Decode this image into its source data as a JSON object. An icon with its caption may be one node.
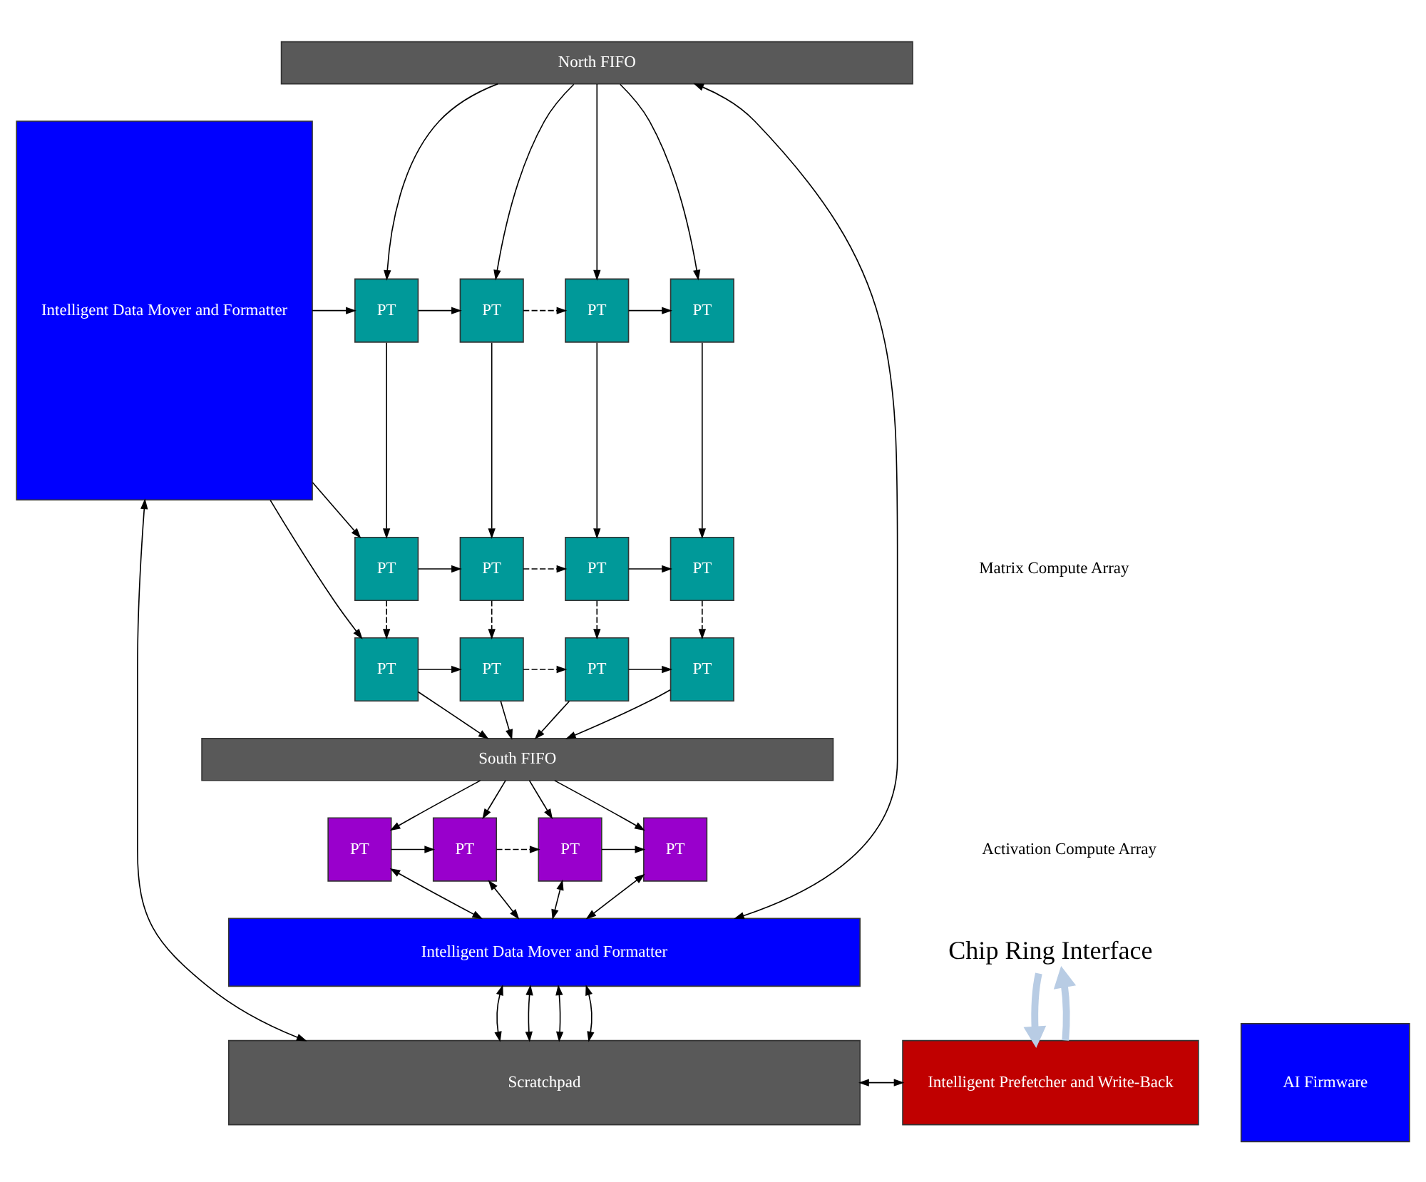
{
  "diagram": {
    "nodes": [
      {
        "text": [
          "North FIFO"
        ]
      },
      {
        "text": [
          "Intelligent Data Mover and Formatter"
        ]
      },
      {
        "text": [
          "PT"
        ]
      },
      {
        "text": [
          "PT"
        ]
      },
      {
        "text": [
          "PT"
        ]
      },
      {
        "text": [
          "PT"
        ]
      },
      {
        "text": [
          "PT"
        ]
      },
      {
        "text": [
          "PT"
        ]
      },
      {
        "text": [
          "PT"
        ]
      },
      {
        "text": [
          "PT"
        ]
      },
      {
        "text": [
          "PT"
        ]
      },
      {
        "text": [
          "PT"
        ]
      },
      {
        "text": [
          "PT"
        ]
      },
      {
        "text": [
          "PT"
        ]
      },
      {
        "text": [
          "South FIFO"
        ]
      },
      {
        "text": [
          "PT"
        ]
      },
      {
        "text": [
          "PT"
        ]
      },
      {
        "text": [
          "PT"
        ]
      },
      {
        "text": [
          "PT"
        ]
      },
      {
        "text": [
          "Intelligent Data Mover and Formatter"
        ]
      },
      {
        "text": [
          "Scratchpad"
        ]
      },
      {
        "text": [
          "AI Firmware"
        ]
      },
      {
        "text": [
          "Intelligent Prefetcher and Write-Back"
        ]
      },
      {
        "text": [
          "Chip Ring Interface"
        ]
      }
    ],
    "edges": [
      {
        "from": 0,
        "to": 2,
        "arrow": "to"
      },
      {
        "from": 0,
        "to": 3,
        "arrow": "to"
      },
      {
        "from": 0,
        "to": 4,
        "arrow": "to"
      },
      {
        "from": 0,
        "to": 5,
        "arrow": "to"
      },
      {
        "from": 1,
        "to": 2,
        "arrow": "to"
      },
      {
        "from": 1,
        "to": 6,
        "arrow": "to"
      },
      {
        "from": 1,
        "to": 10,
        "arrow": "to"
      },
      {
        "from": 2,
        "to": 3,
        "arrow": "to"
      },
      {
        "from": 3,
        "to": 4,
        "arrow": "to",
        "style": "dashed"
      },
      {
        "from": 4,
        "to": 5,
        "arrow": "to"
      },
      {
        "from": 2,
        "to": 6,
        "arrow": "to"
      },
      {
        "from": 3,
        "to": 7,
        "arrow": "to"
      },
      {
        "from": 4,
        "to": 8,
        "arrow": "to"
      },
      {
        "from": 5,
        "to": 9,
        "arrow": "to"
      },
      {
        "from": 6,
        "to": 7,
        "arrow": "to"
      },
      {
        "from": 7,
        "to": 8,
        "arrow": "to",
        "style": "dashed"
      },
      {
        "from": 8,
        "to": 9,
        "arrow": "to"
      },
      {
        "from": 6,
        "to": 10,
        "arrow": "to",
        "style": "dashed"
      },
      {
        "from": 7,
        "to": 11,
        "arrow": "to",
        "style": "dashed"
      },
      {
        "from": 8,
        "to": 12,
        "arrow": "to",
        "style": "dashed"
      },
      {
        "from": 9,
        "to": 13,
        "arrow": "to",
        "style": "dashed"
      },
      {
        "from": 10,
        "to": 11,
        "arrow": "to"
      },
      {
        "from": 11,
        "to": 12,
        "arrow": "to",
        "style": "dashed"
      },
      {
        "from": 12,
        "to": 13,
        "arrow": "to"
      },
      {
        "from": 10,
        "to": 14,
        "arrow": "to"
      },
      {
        "from": 11,
        "to": 14,
        "arrow": "to"
      },
      {
        "from": 12,
        "to": 14,
        "arrow": "to"
      },
      {
        "from": 13,
        "to": 14,
        "arrow": "to"
      },
      {
        "from": 14,
        "to": 15,
        "arrow": "to"
      },
      {
        "from": 14,
        "to": 16,
        "arrow": "to"
      },
      {
        "from": 14,
        "to": 17,
        "arrow": "to"
      },
      {
        "from": 14,
        "to": 18,
        "arrow": "to"
      },
      {
        "from": 15,
        "to": 16,
        "arrow": "to"
      },
      {
        "from": 16,
        "to": 17,
        "arrow": "to",
        "style": "dashed"
      },
      {
        "from": 17,
        "to": 18,
        "arrow": "to"
      },
      {
        "from": 15,
        "to": 19,
        "arrow": "both"
      },
      {
        "from": 16,
        "to": 19,
        "arrow": "both"
      },
      {
        "from": 17,
        "to": 19,
        "arrow": "both"
      },
      {
        "from": 18,
        "to": 19,
        "arrow": "both"
      },
      {
        "from": 19,
        "to": 20,
        "arrow": "both"
      },
      {
        "from": 19,
        "to": 20,
        "arrow": "both"
      },
      {
        "from": 19,
        "to": 20,
        "arrow": "both"
      },
      {
        "from": 19,
        "to": 20,
        "arrow": "both"
      },
      {
        "from": 1,
        "to": 20,
        "arrow": "both"
      },
      {
        "from": 19,
        "to": 0,
        "arrow": "both"
      },
      {
        "from": 20,
        "to": 22,
        "arrow": "both"
      },
      {
        "from": 22,
        "to": 23,
        "arrow": "to",
        "style": "thick",
        "color": "#b8cce4"
      },
      {
        "from": 23,
        "to": 22,
        "arrow": "to",
        "style": "thick",
        "color": "#b8cce4"
      }
    ],
    "labels": [
      "Matrix Compute Array",
      "Activation Compute Array"
    ]
  }
}
